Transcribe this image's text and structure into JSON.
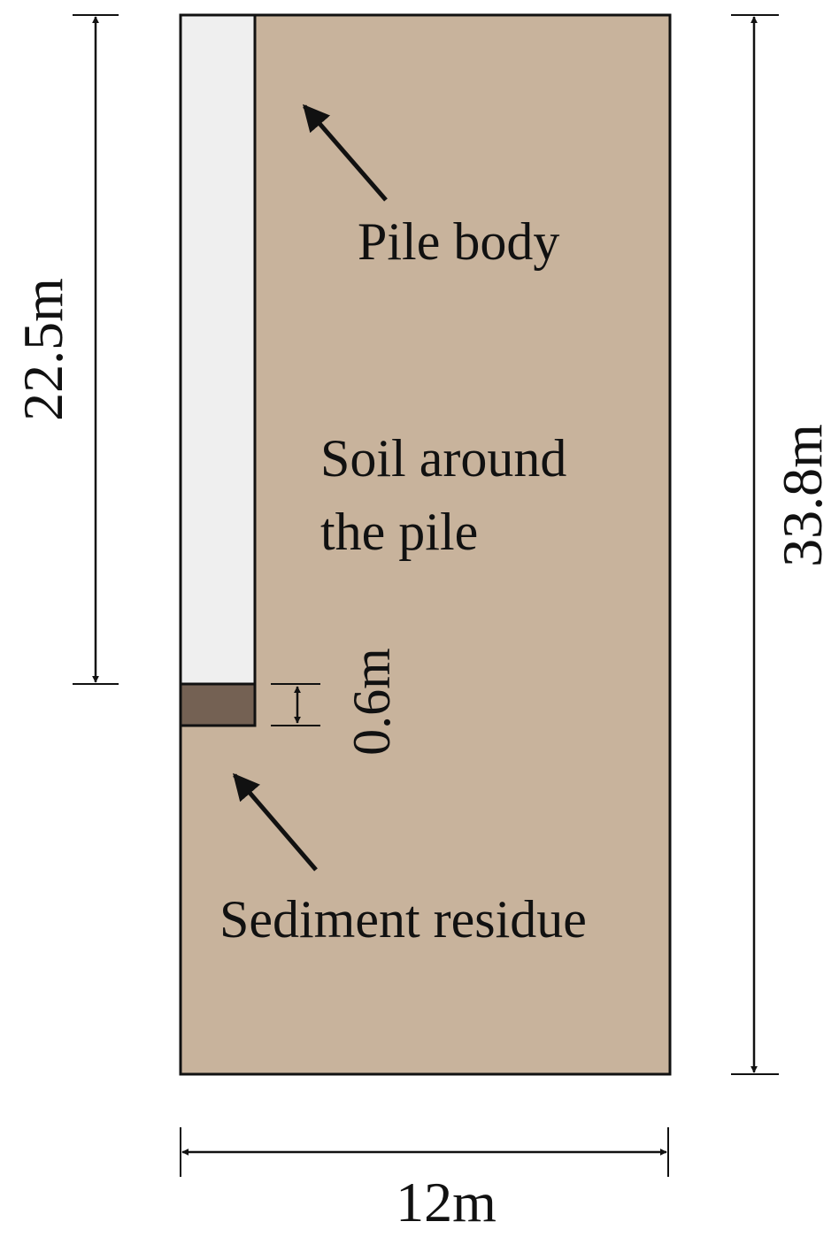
{
  "labels": {
    "pile_body": "Pile body",
    "soil_line1": "Soil around",
    "soil_line2": "the pile",
    "sediment_residue": "Sediment residue"
  },
  "dimensions": {
    "pile_length": "22.5m",
    "domain_height": "33.8m",
    "domain_width": "12m",
    "sediment_thickness": "0.6m"
  },
  "colors": {
    "soil": "#c8b39c",
    "pile": "#efefef",
    "sediment": "#746153",
    "line": "#111111"
  }
}
